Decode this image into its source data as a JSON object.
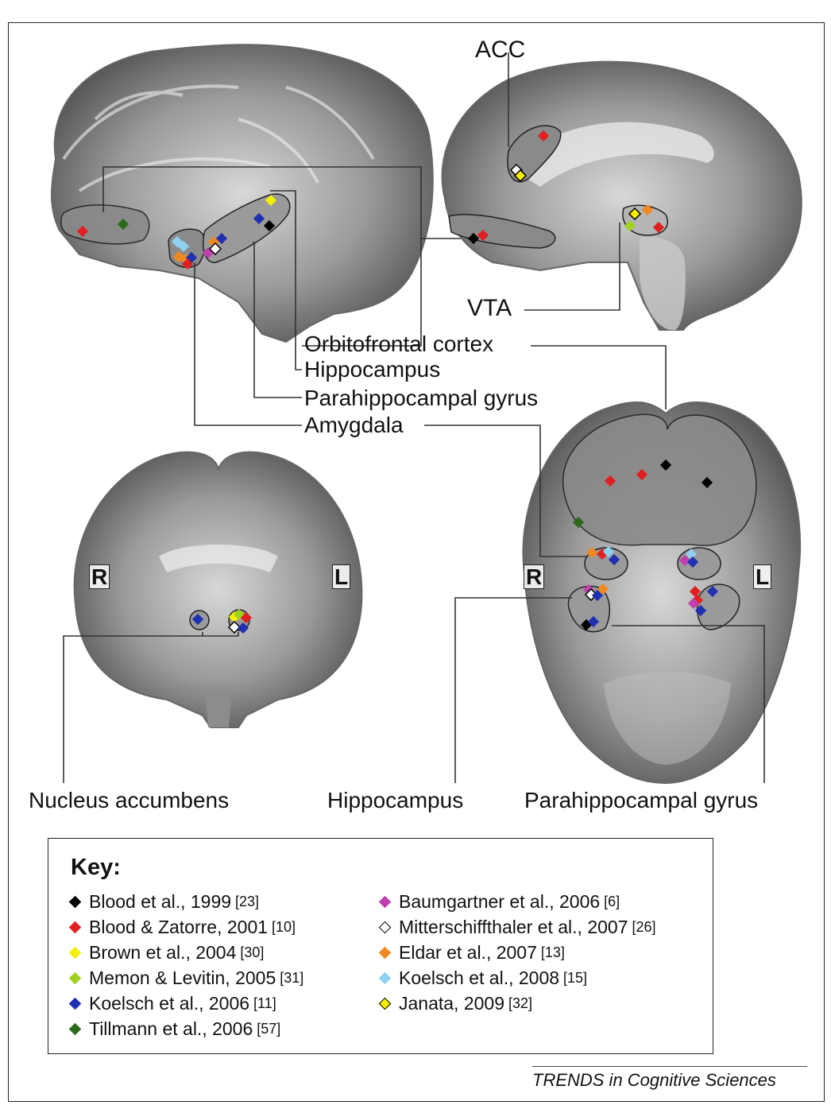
{
  "labels": {
    "acc": "ACC",
    "vta": "VTA",
    "orbitofrontal": "Orbitofrontal cortex",
    "hippocampus_mid": "Hippocampus",
    "parahippocampal_mid": "Parahippocampal gyrus",
    "amygdala": "Amygdala",
    "nucleus_accumbens": "Nucleus accumbens",
    "hippocampus_bottom": "Hippocampus",
    "parahippocampal_bottom": "Parahippocampal gyrus",
    "coronal_r": "R",
    "coronal_l": "L",
    "axial_r": "R",
    "axial_l": "L"
  },
  "key": {
    "title": "Key:",
    "items_left": [
      {
        "label": "Blood et al., 1999",
        "ref": "[23]",
        "color": "#000000",
        "outline": false
      },
      {
        "label": "Blood & Zatorre, 2001",
        "ref": "[10]",
        "color": "#e02020",
        "outline": false
      },
      {
        "label": "Brown et al., 2004",
        "ref": "[30]",
        "color": "#f5f000",
        "outline": false
      },
      {
        "label": "Memon & Levitin, 2005",
        "ref": "[31]",
        "color": "#a0d020",
        "outline": false
      },
      {
        "label": "Koelsch et al., 2006",
        "ref": "[11]",
        "color": "#2030b0",
        "outline": false
      },
      {
        "label": "Tillmann et al., 2006",
        "ref": "[57]",
        "color": "#2a6a1a",
        "outline": false
      }
    ],
    "items_right": [
      {
        "label": "Baumgartner et al., 2006",
        "ref": "[6]",
        "color": "#c040b0",
        "outline": false
      },
      {
        "label": "Mitterschiffthaler et al., 2007",
        "ref": "[26]",
        "color": "#ffffff",
        "outline": true
      },
      {
        "label": "Eldar et al., 2007",
        "ref": "[13]",
        "color": "#f08a20",
        "outline": false
      },
      {
        "label": "Koelsch et al., 2008",
        "ref": "[15]",
        "color": "#90cff0",
        "outline": false
      },
      {
        "label": "Janata, 2009",
        "ref": "[32]",
        "color": "#f5f000",
        "outline": true
      }
    ]
  },
  "credit": "TRENDS in Cognitive Sciences"
}
